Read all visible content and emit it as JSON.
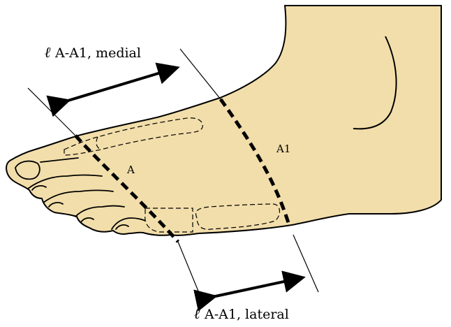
{
  "labels": {
    "medial": {
      "symbol": "ℓ",
      "text": " A-A1, medial"
    },
    "lateral": {
      "symbol": "ℓ",
      "text": " A-A1, lateral"
    },
    "point_a": "A",
    "point_a1": "A1"
  },
  "colors": {
    "skin": "#f2deaa",
    "outline": "#000000",
    "background": "#ffffff"
  }
}
